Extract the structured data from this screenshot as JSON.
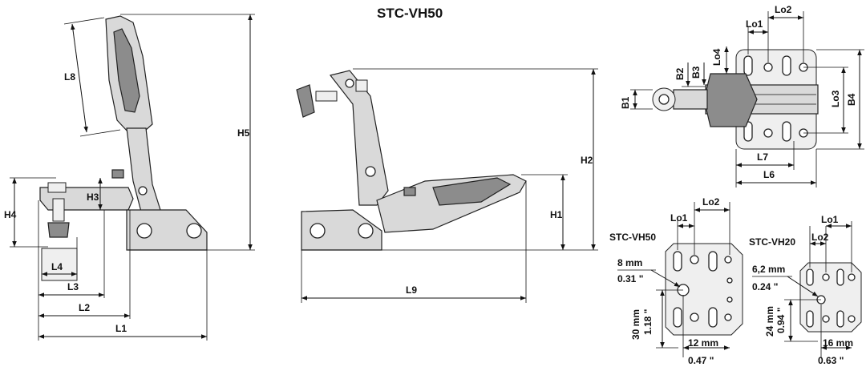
{
  "title": "STC-VH50",
  "side_view": {
    "labels": {
      "L8": "L8",
      "H5": "H5",
      "H4": "H4",
      "H3": "H3",
      "L4": "L4",
      "L3": "L3",
      "L2": "L2",
      "L1": "L1"
    }
  },
  "open_view": {
    "labels": {
      "H2": "H2",
      "H1": "H1",
      "L9": "L9"
    }
  },
  "top_view": {
    "labels": {
      "Lo1": "Lo1",
      "Lo2": "Lo2",
      "Lo4": "Lo4",
      "B1": "B1",
      "B2": "B2",
      "B3": "B3",
      "Lo3": "Lo3",
      "B4": "B4",
      "L7": "L7",
      "L6": "L6"
    }
  },
  "base_vh50": {
    "label": "STC-VH50",
    "Lo1": "Lo1",
    "Lo2": "Lo2",
    "hole_mm": "8 mm",
    "hole_in": "0.31 \"",
    "h_mm": "30 mm",
    "h_in": "1.18 \"",
    "w_mm": "12 mm",
    "w_in": "0.47 \""
  },
  "base_vh20": {
    "label": "STC-VH20",
    "Lo1": "Lo1",
    "Lo2": "Lo2",
    "hole_mm": "6,2 mm",
    "hole_in": "0.24 \"",
    "h_mm": "24 mm",
    "h_in": "0.94 \"",
    "w_mm": "16 mm",
    "w_in": "0.63 \""
  }
}
